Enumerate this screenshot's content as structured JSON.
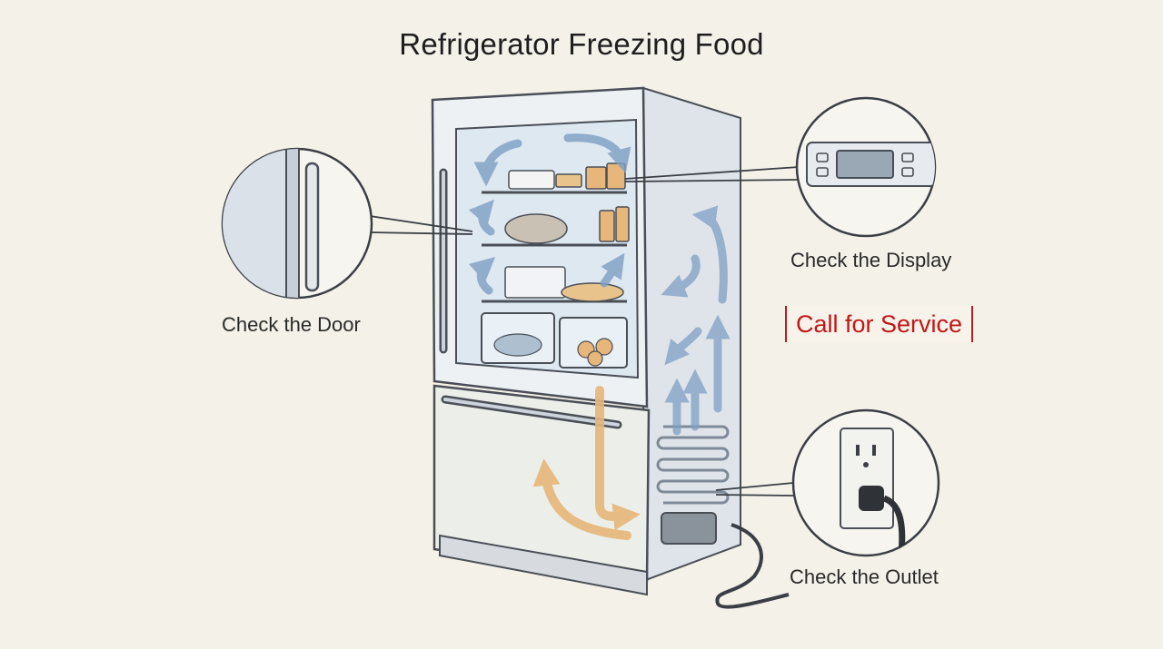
{
  "title": "Refrigerator Freezing Food",
  "callouts": {
    "door": "Check the Door",
    "display": "Check the Display",
    "outlet": "Check the Outlet",
    "service": "Call for Service"
  },
  "colors": {
    "background": "#f4f1e8",
    "ink": "#4a4f57",
    "cold_air": "#7f9fc4",
    "warm_air": "#e6b67a",
    "alert": "#c01818"
  }
}
